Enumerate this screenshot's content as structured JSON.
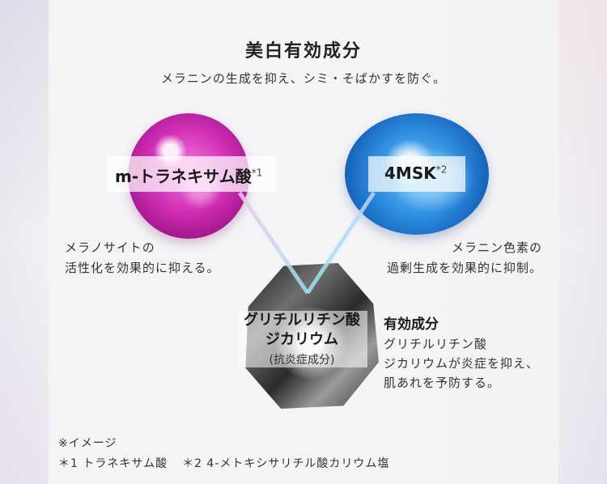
{
  "header": {
    "title": "美白有効成分",
    "subtitle": "メラニンの生成を抑え、シミ・そばかすを防ぐ。"
  },
  "ingredients": {
    "left": {
      "name": "m-トラネキサム酸",
      "mark": "*1",
      "description": [
        "メラノサイトの",
        "活性化を効果的に抑える。"
      ]
    },
    "right": {
      "name": "4MSK",
      "mark": "*2",
      "description": [
        "メラニン色素の",
        "過剰生成を効果的に抑制。"
      ]
    },
    "center": {
      "name_lines": [
        "グリチルリチン酸",
        "ジカリウム"
      ],
      "paren": "(抗炎症成分)"
    }
  },
  "effect": {
    "heading": "有効成分",
    "lines": [
      "グリチルリチン酸",
      "ジカリウムが炎症を抑え、",
      "肌あれを予防する。"
    ]
  },
  "notes": {
    "image_note": "※イメージ",
    "footnote1": "＊1 トラネキサム酸",
    "footnote2": "＊2 4-メトキシサリチル酸カリウム塩"
  },
  "colors": {
    "pink_sphere": "#d22fb6",
    "blue_sphere": "#2f8ee0",
    "crystal": "#6f6f6f",
    "line_gradient": [
      "#f7c6ef",
      "#c8d8ff",
      "#9fe6e8"
    ]
  }
}
